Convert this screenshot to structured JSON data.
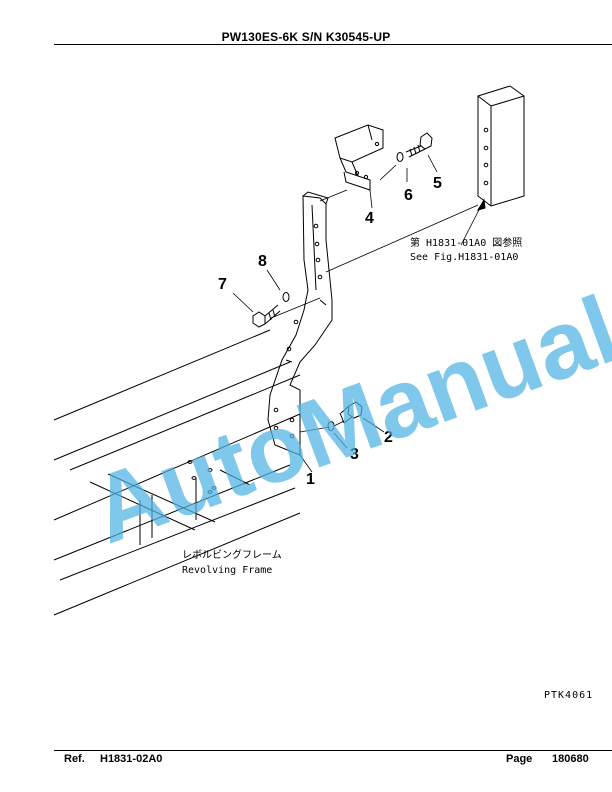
{
  "header": {
    "title": "PW130ES-6K S/N K30545-UP"
  },
  "callouts": {
    "c1": "1",
    "c2": "2",
    "c3": "3",
    "c4": "4",
    "c5": "5",
    "c6": "6",
    "c7": "7",
    "c8": "8"
  },
  "notes": {
    "see_fig_jp": "第 H1831-01A0 図参照",
    "see_fig_en": "See Fig.H1831-01A0",
    "frame_jp": "レボルビングフレーム",
    "frame_en": "Revolving Frame",
    "drawing_code": "PTK4061"
  },
  "watermark": {
    "text": "AutoManual",
    "color": "#4fb4e4"
  },
  "footer": {
    "ref_label": "Ref.",
    "ref_value": "H1831-02A0",
    "page_label": "Page",
    "page_value": "180680"
  }
}
